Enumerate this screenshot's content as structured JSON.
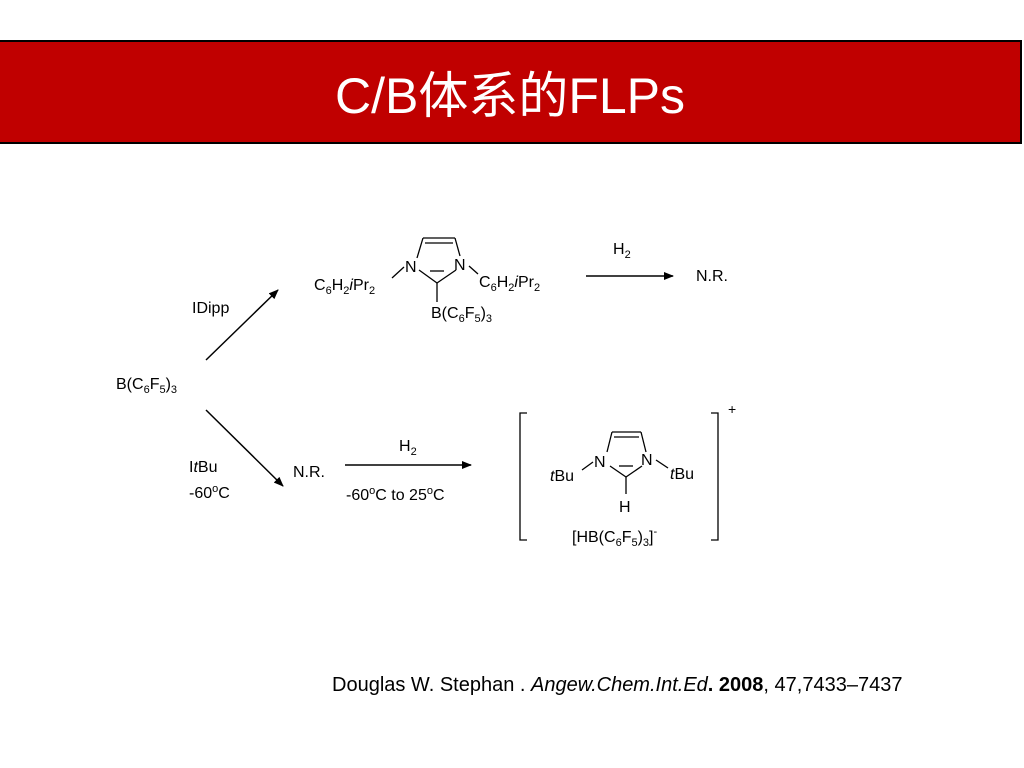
{
  "slide": {
    "title": "C/B体系的FLPs"
  },
  "scheme": {
    "start_reagent": {
      "base": "B(C",
      "s1": "6",
      "mid": "F",
      "s2": "5",
      "close": ")",
      "s3": "3"
    },
    "upper_route": {
      "reagent_label": "IDipp",
      "substituent_left": {
        "p1": "C",
        "s1": "6",
        "p2": "H",
        "s2": "2",
        "i": "i",
        "p3": "Pr",
        "s3": "2"
      },
      "substituent_right": {
        "p1": "C",
        "s1": "6",
        "p2": "H",
        "s2": "2",
        "i": "i",
        "p3": "Pr",
        "s3": "2"
      },
      "ring_atom_n": "N",
      "adduct_boron": {
        "base": "B(C",
        "s1": "6",
        "mid": "F",
        "s2": "5",
        "close": ")",
        "s3": "3"
      },
      "h2_label": {
        "base": "H",
        "sub": "2"
      },
      "result": "N.R."
    },
    "lower_route": {
      "reagent_label_prefix": "I",
      "reagent_label_italic": "t",
      "reagent_label_suffix": "Bu",
      "conditions_first": {
        "pre": "-60",
        "sup": "o",
        "post": "C"
      },
      "intermediate_result": "N.R.",
      "h2_label": {
        "base": "H",
        "sub": "2"
      },
      "conditions_second": {
        "pre": "-60",
        "sup1": "o",
        "mid": "C to 25",
        "sup2": "o",
        "post": "C"
      },
      "tbu_italic": "t",
      "tbu_rest": "Bu",
      "ring_atom_n": "N",
      "hydrogen": "H",
      "charge_plus": "+",
      "anion": {
        "open": "[HB(C",
        "s1": "6",
        "mid": "F",
        "s2": "5",
        "close": ")",
        "s3": "3",
        "close2": "]",
        "charge": "-"
      }
    }
  },
  "citation": {
    "authors": "Douglas W. Stephan . ",
    "journal": "Angew.Chem.Int.Ed",
    "dot": ".",
    "year": " 2008",
    "rest": ", 47,7433–7437"
  }
}
